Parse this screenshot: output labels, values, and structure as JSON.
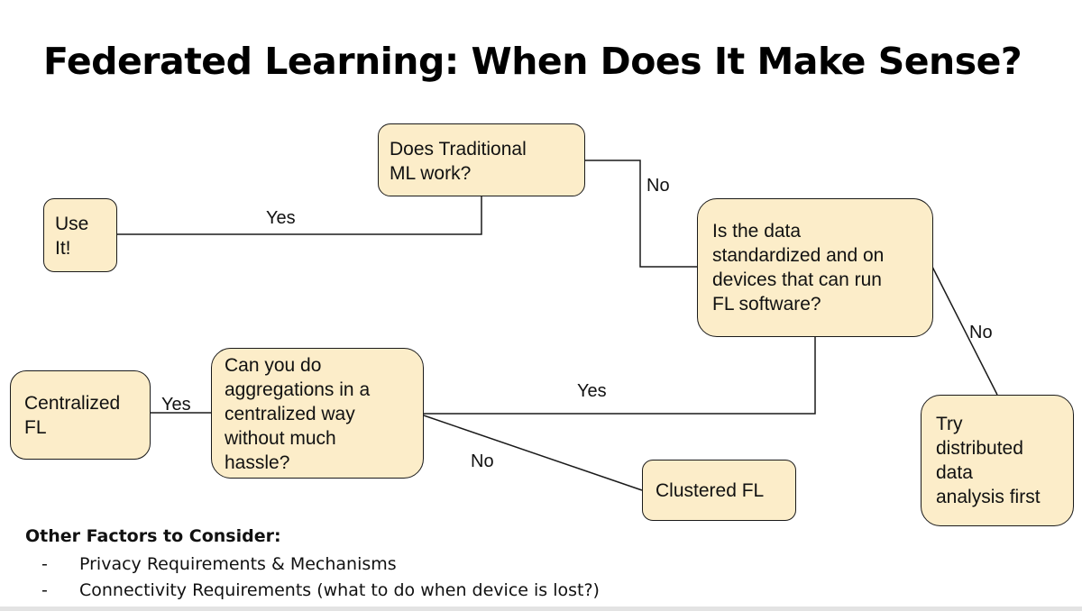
{
  "title": "Federated Learning: When Does It Make Sense?",
  "nodes": {
    "traditional_ml": [
      "Does Traditional",
      "ML work?"
    ],
    "use_it": [
      "Use",
      "It!"
    ],
    "data_standardized": [
      "Is the data",
      "standardized and on",
      "devices that can run",
      "FL software?"
    ],
    "aggregations": [
      "Can you do",
      "aggregations in a",
      "centralized way",
      "without much",
      "hassle?"
    ],
    "centralized_fl": [
      "Centralized",
      "FL"
    ],
    "clustered_fl": [
      "Clustered FL"
    ],
    "distributed": [
      "Try",
      "distributed",
      "data",
      "analysis first"
    ]
  },
  "edges": {
    "ml_yes": "Yes",
    "ml_no": "No",
    "data_no": "No",
    "data_yes": "Yes",
    "agg_yes": "Yes",
    "agg_no": "No"
  },
  "factors": {
    "title": "Other Factors to Consider:",
    "bullet": "-",
    "items": [
      "Privacy Requirements & Mechanisms",
      "Connectivity Requirements (what to do when device is lost?)"
    ]
  },
  "colors": {
    "node_fill": "#fcedc9",
    "node_border": "#1a1a1a"
  }
}
